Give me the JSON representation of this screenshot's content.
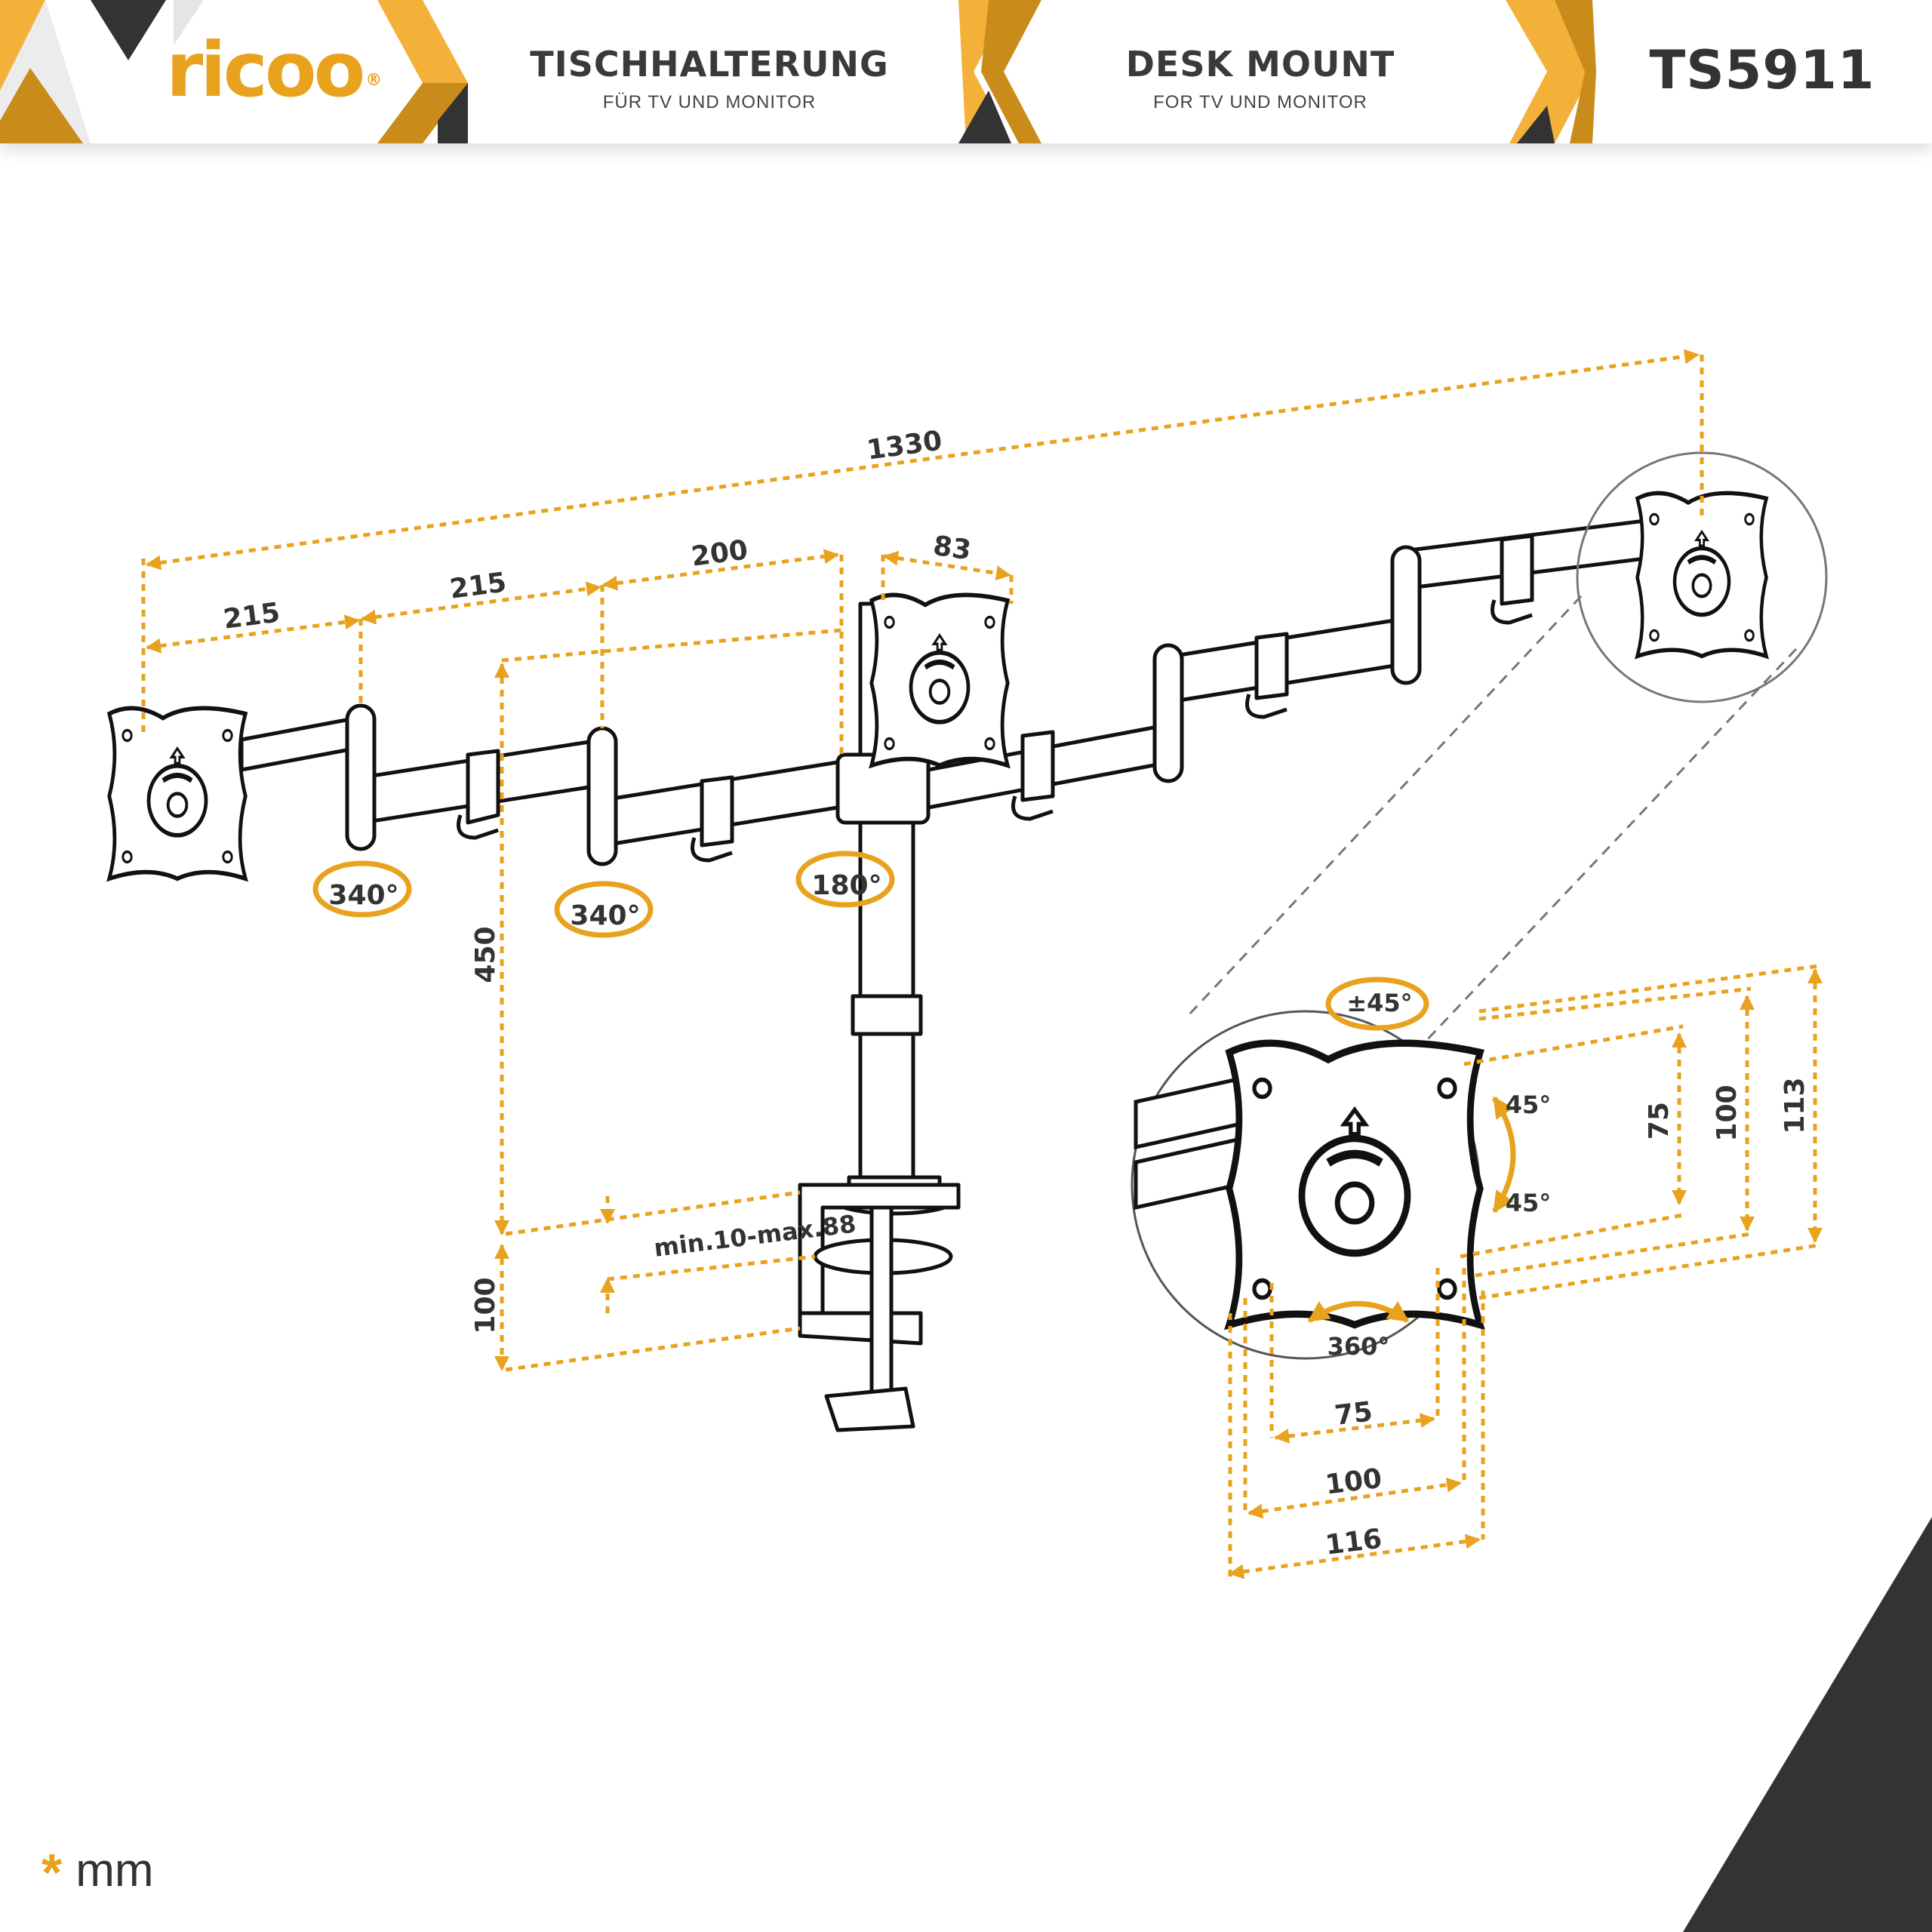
{
  "brand": {
    "logo_text": "ricoo",
    "registered_mark": "®"
  },
  "header": {
    "left_title": "TISCHHALTERUNG",
    "left_subtitle": "FÜR TV UND MONITOR",
    "center_title": "DESK MOUNT",
    "center_subtitle": "FOR TV UND MONITOR",
    "model": "TS5911"
  },
  "colors": {
    "accent": "#e8a21e",
    "accent_dark": "#c98c1a",
    "dark": "#333333",
    "line": "#111111"
  },
  "dimensions": {
    "overall_width": "1330",
    "arm_segment_1": "215",
    "arm_segment_2": "215",
    "arm_segment_3": "200",
    "plate_offset": "83",
    "pole_height": "450",
    "clamp_height": "100",
    "desk_thickness": "min.10-max.88"
  },
  "rotations": {
    "joint_left": "340°",
    "joint_mid": "340°",
    "joint_center": "180°"
  },
  "detail": {
    "tilt": "±45°",
    "swivel_up": "45°",
    "swivel_down": "45°",
    "rotate": "360°",
    "vesa_h_75": "75",
    "vesa_h_100": "100",
    "plate_w": "116",
    "vesa_v_75": "75",
    "vesa_v_100": "100",
    "plate_h": "113"
  },
  "unit_note": {
    "star": "*",
    "unit": "mm"
  }
}
